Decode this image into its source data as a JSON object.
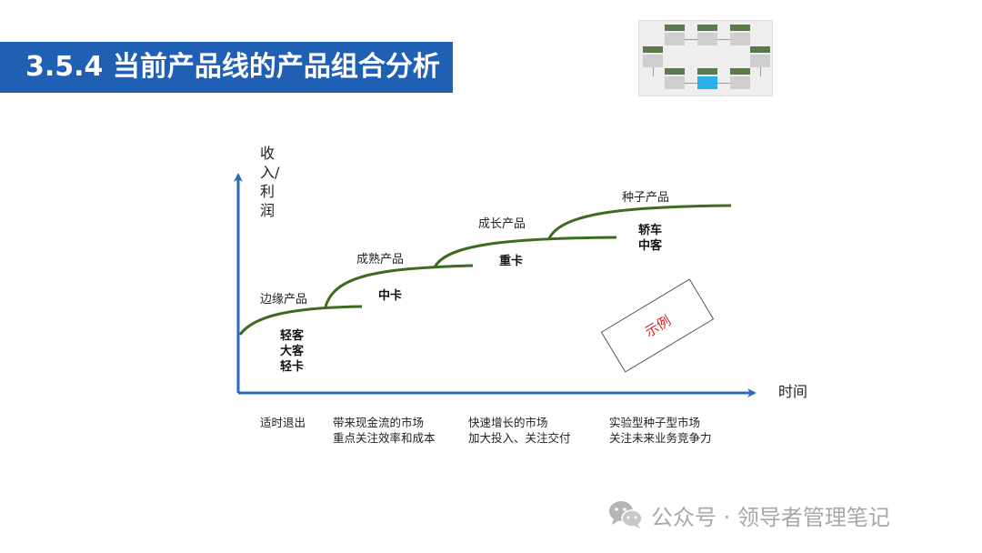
{
  "header": {
    "title": "3.5.4 当前产品线的产品组合分析",
    "banner_color": "#1f5fb4"
  },
  "diagram": {
    "y_axis_label": [
      "收",
      "入/",
      "利",
      "润"
    ],
    "x_axis_label": "时间",
    "curve_color": "#3d6b1f",
    "axis_color": "#2a6ab8",
    "stages": [
      {
        "name": "边缘产品",
        "products": [
          "轻客",
          "大客",
          "轻卡"
        ],
        "notes": [
          "适时退出"
        ]
      },
      {
        "name": "成熟产品",
        "products": [
          "中卡"
        ],
        "notes": [
          "带来现金流的市场",
          "重点关注效率和成本"
        ]
      },
      {
        "name": "成长产品",
        "products": [
          "重卡"
        ],
        "notes": [
          "快速增长的市场",
          "加大投入、关注交付"
        ]
      },
      {
        "name": "种子产品",
        "products": [
          "轿车",
          "中客"
        ],
        "notes": [
          "实验型种子型市场",
          "关注未来业务竞争力"
        ]
      }
    ],
    "stamp_text": "示例",
    "stamp_color": "#e02020"
  },
  "watermark": {
    "icon": "wechat-icon",
    "text": "公众号 · 领导者管理笔记"
  }
}
